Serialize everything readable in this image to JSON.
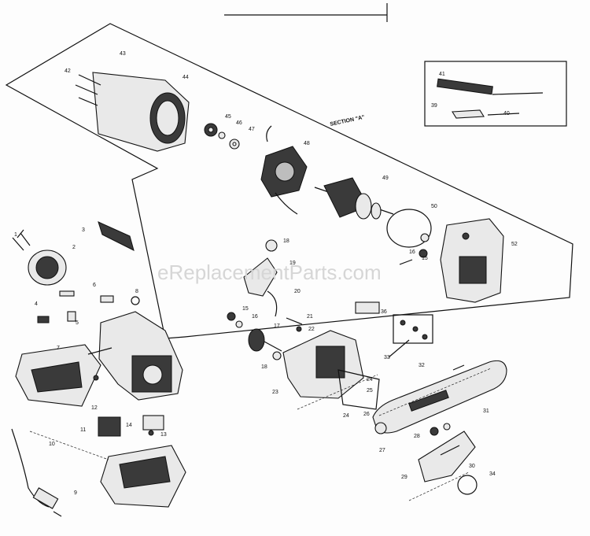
{
  "diagram": {
    "watermark": "eReplacementParts.com",
    "section_label": "SECTION \"A\"",
    "callouts": [
      {
        "id": "c1",
        "text": "1"
      },
      {
        "id": "c2",
        "text": "2"
      },
      {
        "id": "c3",
        "text": "3"
      },
      {
        "id": "c4",
        "text": "4"
      },
      {
        "id": "c5",
        "text": "5"
      },
      {
        "id": "c6",
        "text": "6"
      },
      {
        "id": "c7",
        "text": "7"
      },
      {
        "id": "c8",
        "text": "8"
      },
      {
        "id": "c9",
        "text": "9"
      },
      {
        "id": "c10",
        "text": "10"
      },
      {
        "id": "c11",
        "text": "11"
      },
      {
        "id": "c12",
        "text": "12"
      },
      {
        "id": "c13",
        "text": "13"
      },
      {
        "id": "c14",
        "text": "14"
      },
      {
        "id": "c15a",
        "text": "15"
      },
      {
        "id": "c15b",
        "text": "15"
      },
      {
        "id": "c16a",
        "text": "16"
      },
      {
        "id": "c16b",
        "text": "16"
      },
      {
        "id": "c17",
        "text": "17"
      },
      {
        "id": "c18a",
        "text": "18"
      },
      {
        "id": "c18b",
        "text": "18"
      },
      {
        "id": "c19",
        "text": "19"
      },
      {
        "id": "c20",
        "text": "20"
      },
      {
        "id": "c21",
        "text": "21"
      },
      {
        "id": "c22",
        "text": "22"
      },
      {
        "id": "c23",
        "text": "23"
      },
      {
        "id": "c24a",
        "text": "24"
      },
      {
        "id": "c24b",
        "text": "24"
      },
      {
        "id": "c25",
        "text": "25"
      },
      {
        "id": "c26",
        "text": "26"
      },
      {
        "id": "c27",
        "text": "27"
      },
      {
        "id": "c28",
        "text": "28"
      },
      {
        "id": "c29",
        "text": "29"
      },
      {
        "id": "c30",
        "text": "30"
      },
      {
        "id": "c31",
        "text": "31"
      },
      {
        "id": "c32",
        "text": "32"
      },
      {
        "id": "c33",
        "text": "33"
      },
      {
        "id": "c34",
        "text": "34"
      },
      {
        "id": "c36",
        "text": "36"
      },
      {
        "id": "c39",
        "text": "39"
      },
      {
        "id": "c40",
        "text": "40"
      },
      {
        "id": "c41",
        "text": "41"
      },
      {
        "id": "c42",
        "text": "42"
      },
      {
        "id": "c43",
        "text": "43"
      },
      {
        "id": "c44",
        "text": "44"
      },
      {
        "id": "c45",
        "text": "45"
      },
      {
        "id": "c46",
        "text": "46"
      },
      {
        "id": "c47",
        "text": "47"
      },
      {
        "id": "c48",
        "text": "48"
      },
      {
        "id": "c49",
        "text": "49"
      },
      {
        "id": "c50",
        "text": "50"
      },
      {
        "id": "c52",
        "text": "52"
      }
    ]
  }
}
